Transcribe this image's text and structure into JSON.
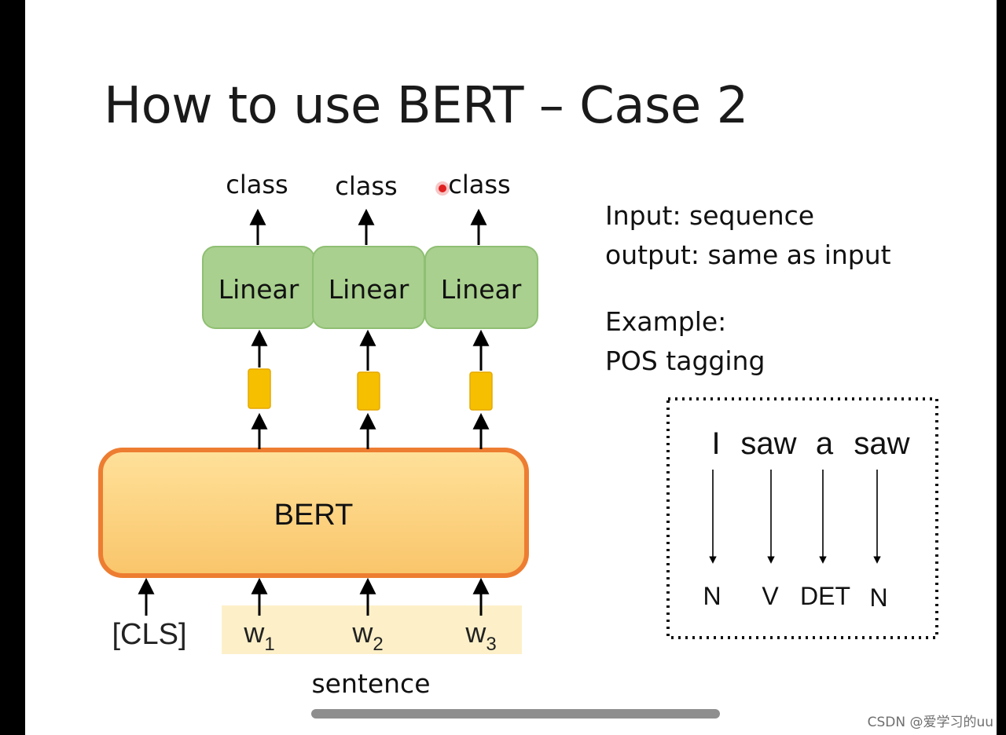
{
  "slide": {
    "title": "How to use BERT – Case 2"
  },
  "diagram": {
    "outputs": [
      "class",
      "class",
      "class"
    ],
    "linear_label": "Linear",
    "bert_label": "BERT",
    "cls_token": "[CLS]",
    "input_tokens": [
      {
        "base": "w",
        "sub": "1"
      },
      {
        "base": "w",
        "sub": "2"
      },
      {
        "base": "w",
        "sub": "3"
      }
    ],
    "sentence_label": "sentence"
  },
  "info": {
    "input_line": "Input: sequence",
    "output_line": "output: same as input",
    "example_line": "Example:",
    "task_line": "POS tagging"
  },
  "example_box": {
    "words": [
      "I",
      "saw",
      "a",
      "saw"
    ],
    "tags": [
      "N",
      "V",
      "DET",
      "N"
    ]
  },
  "colors": {
    "linear_fill": "#a9d08e",
    "linear_border": "#8fbf73",
    "bert_fill_top": "#ffe19a",
    "bert_fill_bottom": "#f9c56a",
    "bert_border": "#ed7d31",
    "embedding": "#f6c000",
    "sentence_band": "#fdf0c9",
    "cursor_dot": "#e02020"
  },
  "watermark": "CSDN @爱学习的uu"
}
